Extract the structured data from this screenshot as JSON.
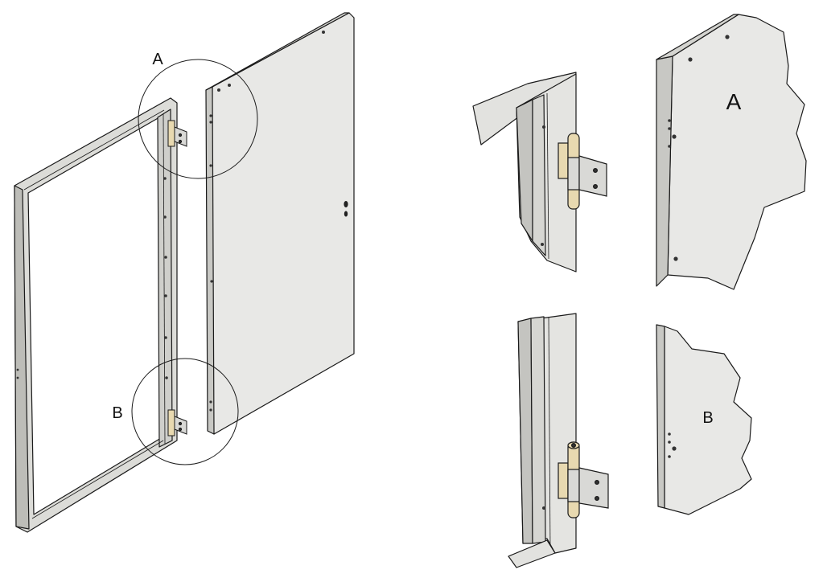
{
  "figure": {
    "callouts": [
      {
        "id": "A",
        "label": "A"
      },
      {
        "id": "B",
        "label": "B"
      }
    ],
    "detail_labels": {
      "top": "A",
      "bottom": "B"
    }
  },
  "colors": {
    "panel_fill": "#e8e8e6",
    "panel_edge": "#c8c8c4",
    "panel_dark": "#a9a9a5",
    "outline": "#1a1a1a",
    "hinge_brass": "#e8d9b0",
    "hinge_steel": "#d9d9d6"
  }
}
